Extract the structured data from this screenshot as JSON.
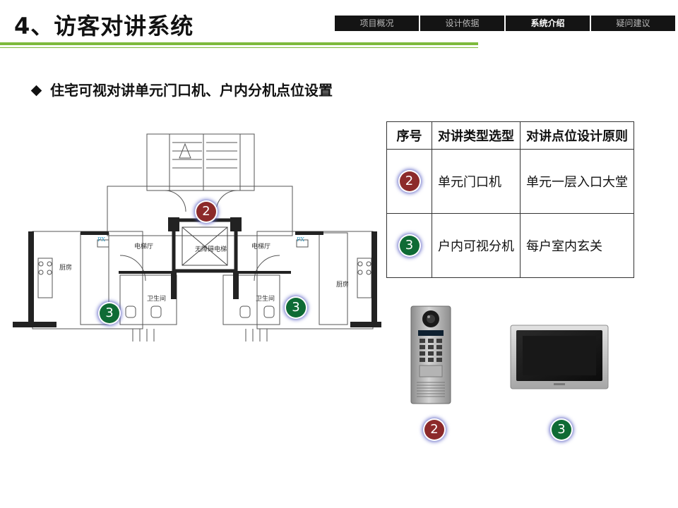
{
  "header": {
    "title": "4、访客对讲系统",
    "nav_tabs": [
      "项目概况",
      "设计依据",
      "系统介绍",
      "疑问建议"
    ],
    "active_tab": "系统介绍"
  },
  "subtitle": "住宅可视对讲单元门口机、户内分机点位设置",
  "floor_plan": {
    "labels": {
      "elevator_hall": "电梯厅",
      "barrier_free_elevator": "无障碍电梯",
      "kitchen": "厨房",
      "bathroom": "卫生间",
      "px": "PX"
    },
    "markers": [
      "2",
      "3",
      "3"
    ]
  },
  "table": {
    "headers": [
      "序号",
      "对讲类型选型",
      "对讲点位设计原则"
    ],
    "rows": [
      {
        "num": "2",
        "type": "单元门口机",
        "principle": "单元一层入口大堂"
      },
      {
        "num": "3",
        "type": "户内可视分机",
        "principle": "每户室内玄关"
      }
    ]
  },
  "devices": {
    "door_unit_badge": "2",
    "indoor_monitor_badge": "3"
  },
  "colors": {
    "green_rule": "#7dba3c",
    "badge_red": "#8c2a2a",
    "badge_green": "#0f6b35",
    "nav_bg": "#141414"
  }
}
